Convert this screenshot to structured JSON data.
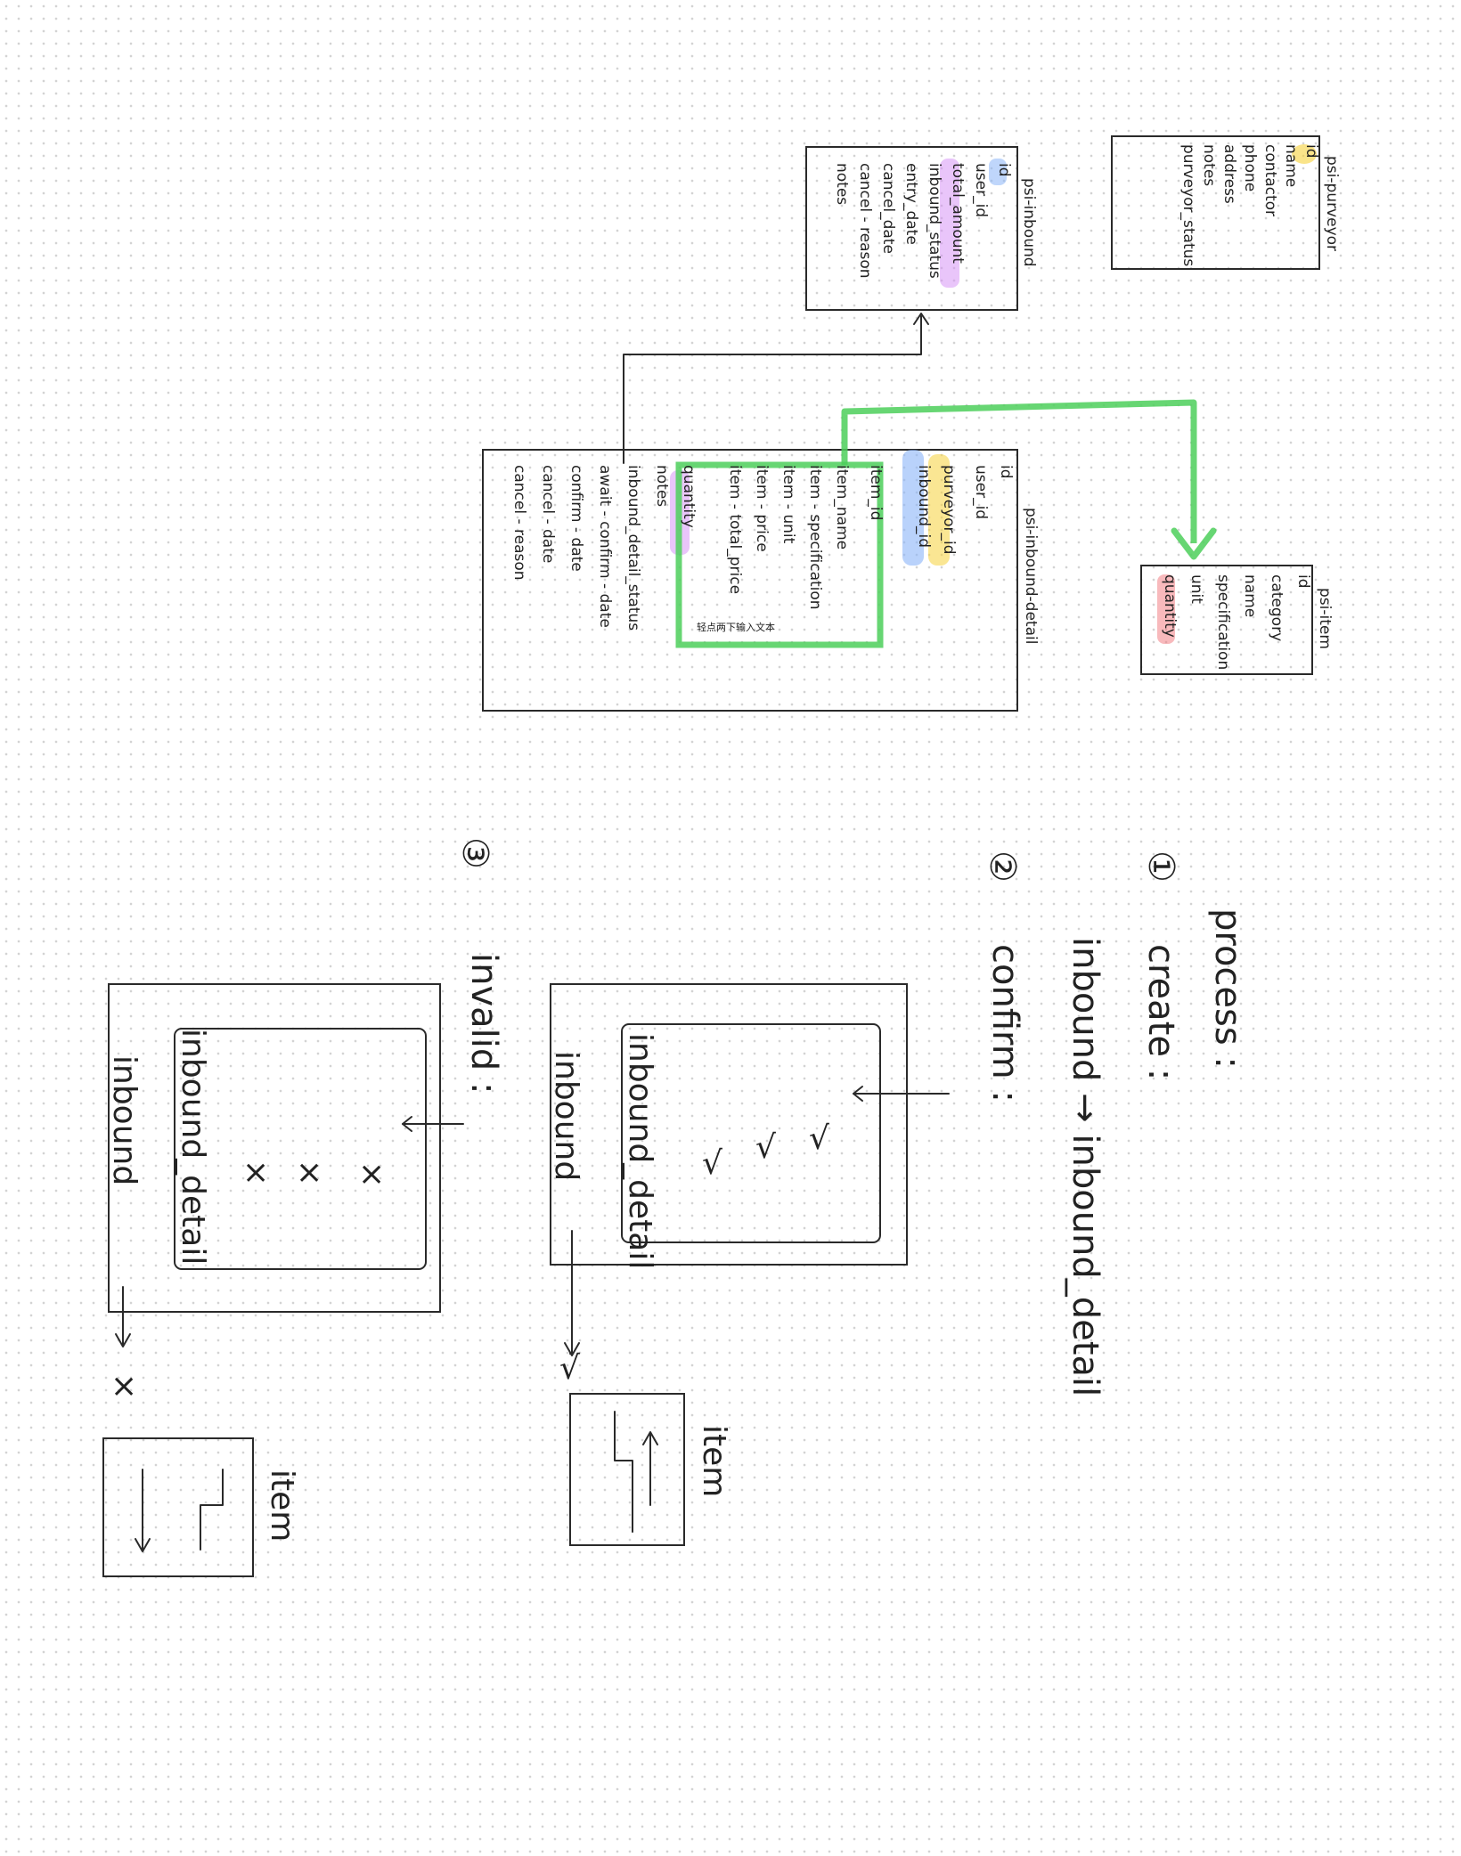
{
  "colors": {
    "ink": "#2a2a2a",
    "highlight_yellow": "#f6d23a",
    "highlight_blue": "#8ab4f8",
    "highlight_purple": "#d38cf5",
    "highlight_red": "#f2747a",
    "connector_green": "#4ccf5a"
  },
  "tables": {
    "purveyor": {
      "title": "psi-purveyor",
      "fields": [
        "id",
        "name",
        "contactor",
        "phone",
        "address",
        "notes",
        "purveyor_status"
      ]
    },
    "inbound": {
      "title": "psi-inbound",
      "fields": [
        "id",
        "user_id",
        "total_amount",
        "inbound_status",
        "entry_date",
        "cancel_date",
        "cancel - reason",
        "notes"
      ]
    },
    "inbound_detail": {
      "title": "psi-inbound-detail",
      "fields": [
        "id",
        "user_id",
        "purveyor_id",
        "inbound_id",
        "item_id",
        "item_name",
        "item - specification",
        "item - unit",
        "item - price",
        "item - total_price",
        "quantity",
        "notes",
        "inbound_detail_status",
        "await - confirm - date",
        "confirm - date",
        "cancel - date",
        "cancel - reason"
      ],
      "overlay_text": "轻点两下输入文本"
    },
    "item": {
      "title": "psi-item",
      "fields": [
        "id",
        "category",
        "name",
        "specification",
        "unit",
        "quantity"
      ]
    }
  },
  "process": {
    "title": "process :",
    "steps": [
      {
        "number": "①",
        "label": "create :",
        "flow": "inbound → inbound_detail"
      },
      {
        "number": "②",
        "label": "confirm :",
        "inner_box": "inbound_detail",
        "outer_box": "inbound",
        "marks": [
          "√",
          "√",
          "√"
        ],
        "result": "√",
        "item_label": "item"
      },
      {
        "number": "③",
        "label": "invalid :",
        "inner_box": "inbound_detail",
        "outer_box": "inbound",
        "marks": [
          "×",
          "×",
          "×"
        ],
        "result": "×",
        "item_label": "item"
      }
    ]
  }
}
